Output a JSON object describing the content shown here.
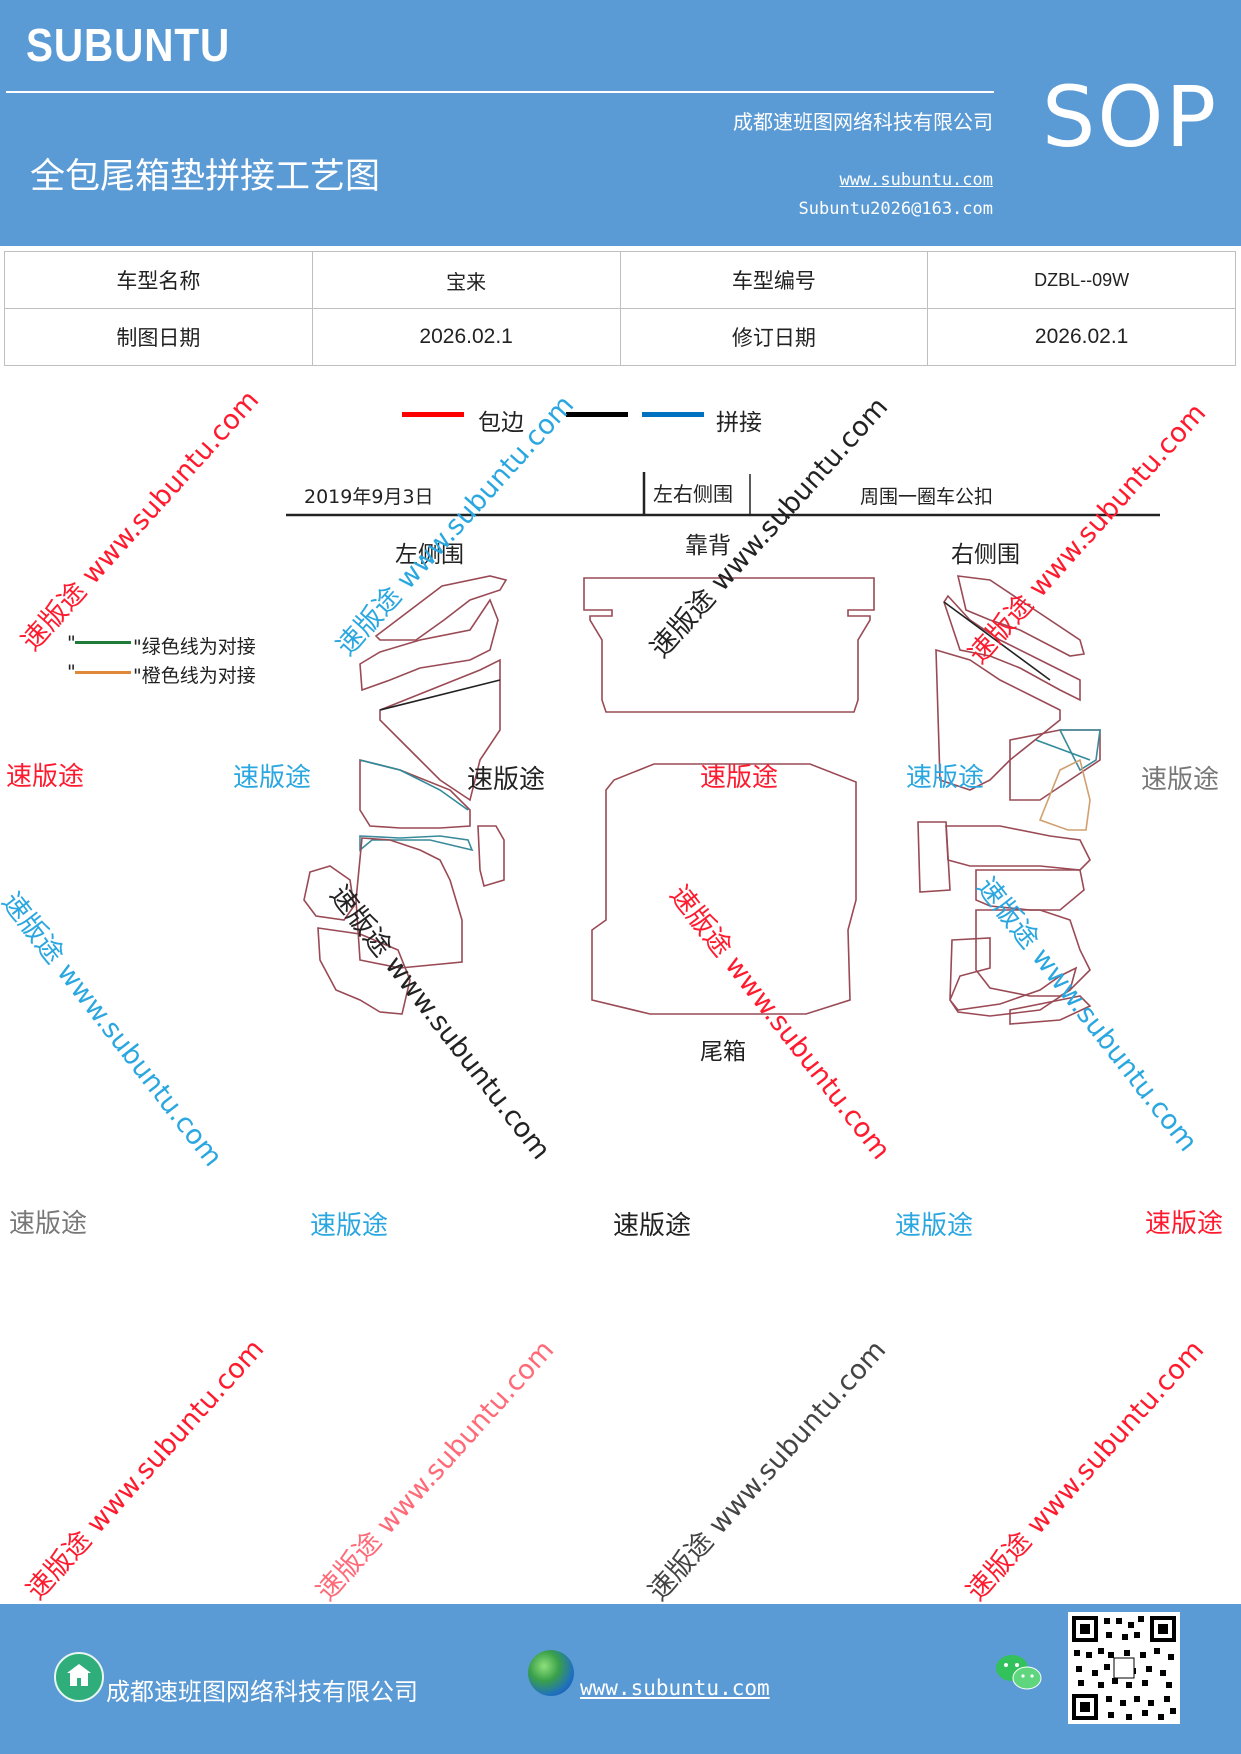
{
  "header": {
    "brand": "SUBUNTU",
    "badge": "SOP",
    "company": "成都速班图网络科技有限公司",
    "title": "全包尾箱垫拼接工艺图",
    "website": "www.subuntu.com",
    "email": "Subuntu2026@163.com"
  },
  "info_table": {
    "model_name_label": "车型名称",
    "model_name_value": "宝来",
    "model_code_label": "车型编号",
    "model_code_value": "DZBL--09W",
    "draw_date_label": "制图日期",
    "draw_date_value": "2026.02.1",
    "revise_date_label": "修订日期",
    "revise_date_value": "2026.02.1"
  },
  "legend": {
    "edge_label": "包边",
    "splice_label": "拼接",
    "edge_color": "#ff0000",
    "black_color": "#000000",
    "splice_color": "#0070c0"
  },
  "diagram": {
    "date": "2019年9月3日",
    "side_both": "左右侧围",
    "perimeter_note": "周围一圈车公扣",
    "left_side": "左侧围",
    "backrest": "靠背",
    "right_side": "右侧围",
    "trunk": "尾箱",
    "green_note": "\"绿色线为对接",
    "orange_note": "\"橙色线为对接",
    "quote_mark": "\"",
    "green_color": "#1e7b3a",
    "orange_color": "#e0873a"
  },
  "watermark": {
    "brand_cn": "速版途",
    "diag_text": "速版途 www.subuntu.com",
    "red": "#ff1a2e",
    "blue": "#2aa7e0",
    "gray": "#777777",
    "black": "#222222"
  },
  "footer": {
    "company": "成都速班图网络科技有限公司",
    "website": "www.subuntu.com"
  },
  "colors": {
    "header_bg": "#5b9bd5",
    "pattern_stroke": "#9a4a55"
  }
}
